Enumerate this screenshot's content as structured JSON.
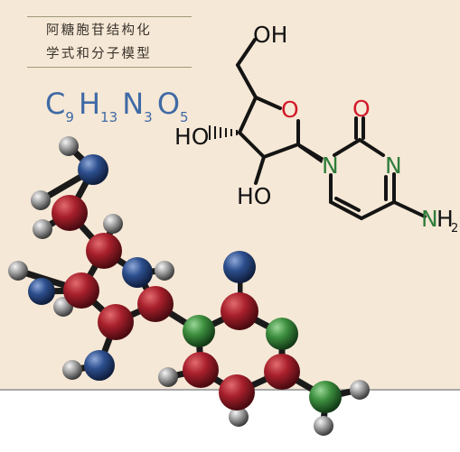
{
  "caption": {
    "line1": "阿糖胞苷结构化",
    "line2": "学式和分子模型"
  },
  "formula": {
    "parts": [
      {
        "el": "C",
        "sub": "9"
      },
      {
        "el": "H",
        "sub": "13"
      },
      {
        "el": "N",
        "sub": "3"
      },
      {
        "el": "O",
        "sub": "5"
      }
    ]
  },
  "structure": {
    "labels": {
      "oh_top": "OH",
      "ring_o": "O",
      "ho_left": "HO",
      "ho_bottom": "HO",
      "n1": "N",
      "carbonyl_o": "O",
      "n3": "N",
      "amine_n": "N",
      "amine_h": "H",
      "amine_sub": "2"
    }
  },
  "colors": {
    "background_top": "#f6e8d6",
    "background_bottom": "#ffffff",
    "floor_line": "#a8a8a8",
    "formula": "#3f6aa6",
    "oxygen_label": "#d11a2a",
    "nitrogen_label": "#2e7d3a",
    "bond": "#141414",
    "atom_carbon": "#a8202c",
    "atom_nitrogen_blue": "#2d4f8e",
    "atom_nitrogen_green": "#3d8f3f",
    "atom_hydrogen": "#8a8a8a"
  }
}
